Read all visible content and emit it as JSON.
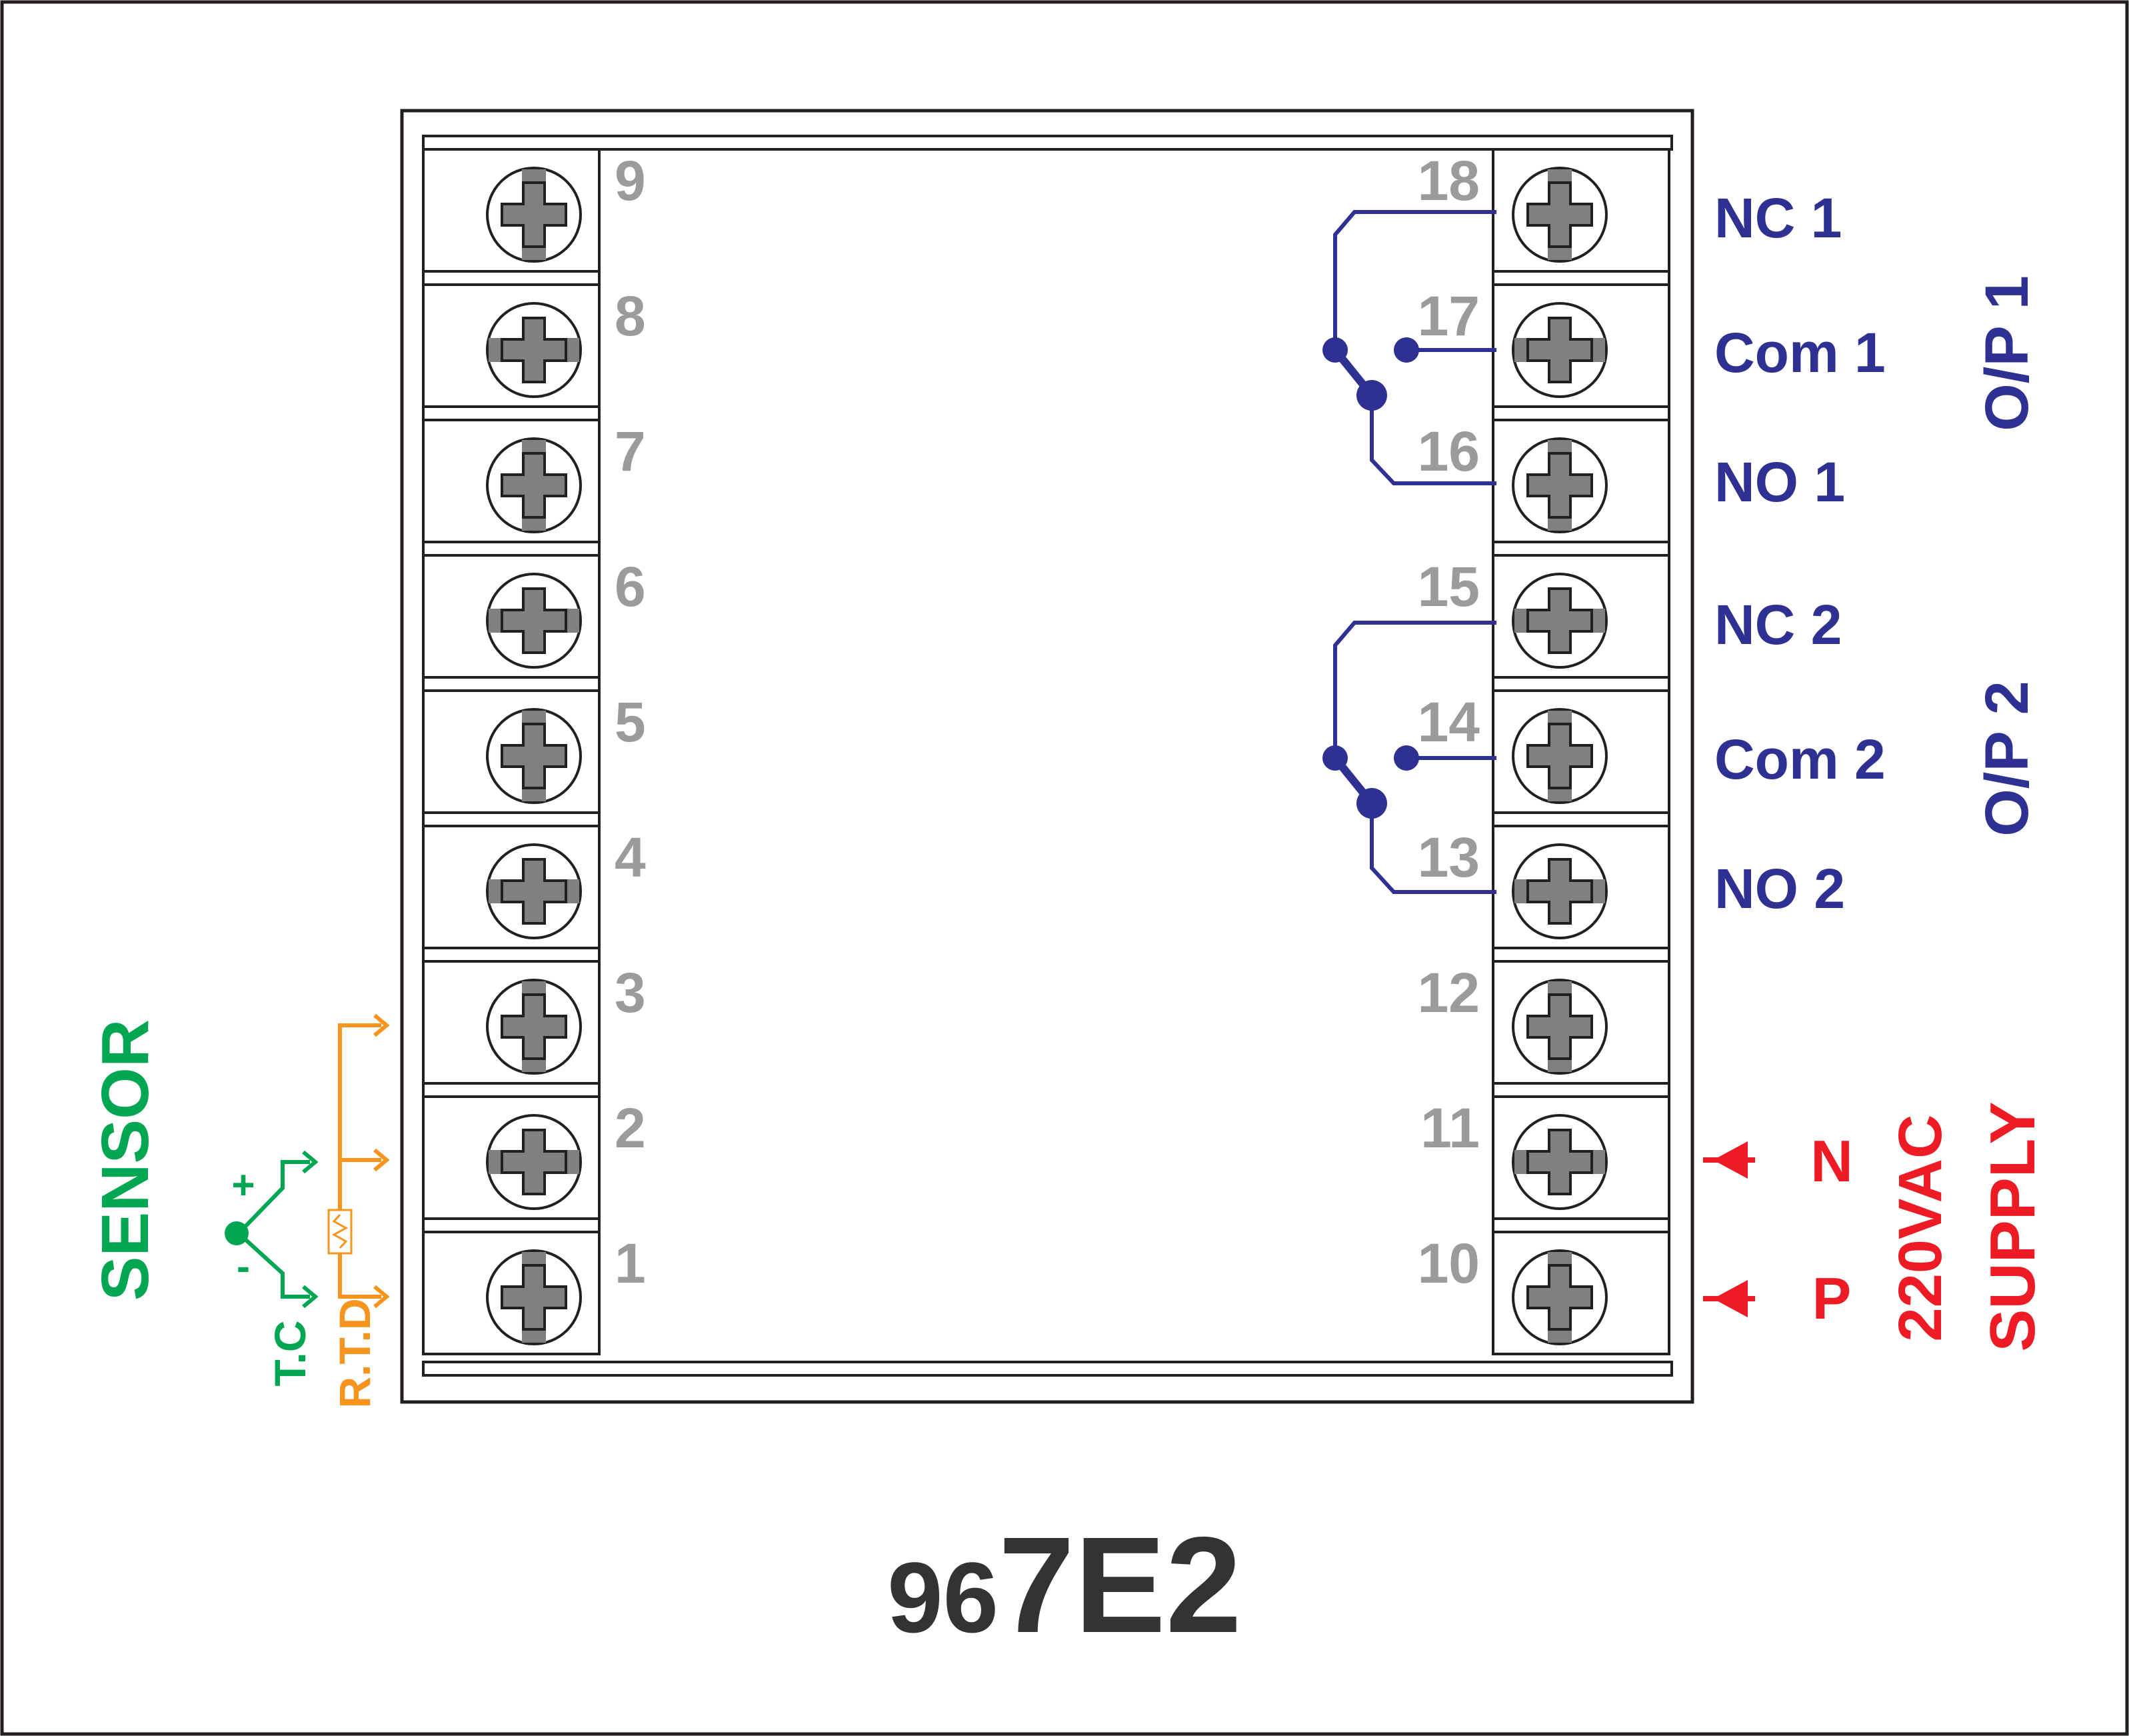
{
  "model": {
    "prefix": "96",
    "suffix": "7E2"
  },
  "left_terminals": [
    "9",
    "8",
    "7",
    "6",
    "5",
    "4",
    "3",
    "2",
    "1"
  ],
  "right_terminals": [
    "18",
    "17",
    "16",
    "15",
    "14",
    "13",
    "12",
    "11",
    "10"
  ],
  "output1": {
    "group_label": "O/P 1",
    "nc": "NC 1",
    "com": "Com 1",
    "no": "NO 1"
  },
  "output2": {
    "group_label": "O/P 2",
    "nc": "NC 2",
    "com": "Com 2",
    "no": "NO 2"
  },
  "supply": {
    "neutral": "N",
    "phase": "P",
    "voltage": "220VAC",
    "label": "SUPPLY"
  },
  "sensor": {
    "label": "SENSOR",
    "tc": "T.C",
    "rtd": "R.T.D",
    "tc_plus": "+",
    "tc_minus": "-"
  },
  "colors": {
    "outline": "#231f20",
    "terminal_number": "#9c9b9b",
    "screw_fill": "#808080",
    "relay": "#2e3192",
    "supply": "#ed1c24",
    "thermocouple": "#00a651",
    "rtd": "#f7941d"
  }
}
